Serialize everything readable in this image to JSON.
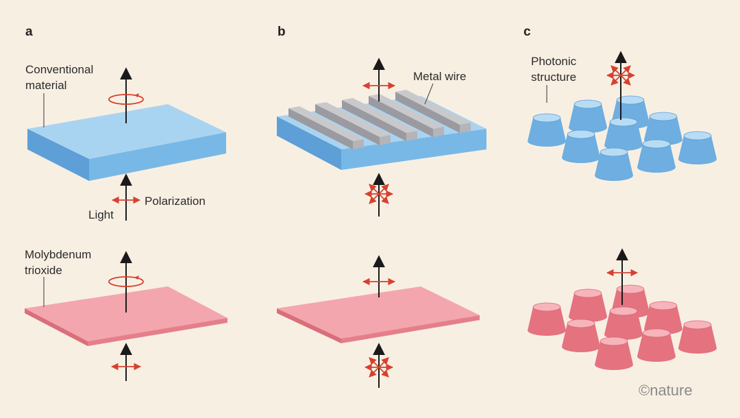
{
  "panels": {
    "a": {
      "letter": "a",
      "label_top": [
        "Conventional",
        "material"
      ],
      "label_light": "Light",
      "label_polarization": "Polarization",
      "label_bottom": [
        "Molybdenum",
        "trioxide"
      ]
    },
    "b": {
      "letter": "b",
      "label_top": "Metal wire"
    },
    "c": {
      "letter": "c",
      "label_top": [
        "Photonic",
        "structure"
      ]
    }
  },
  "credit": "©nature",
  "colors": {
    "background": "#f8efe3",
    "blue_top": "#a9d4f1",
    "blue_front": "#6eb3e3",
    "blue_side": "#4e9ad4",
    "pink_top": "#f4a6ae",
    "pink_front": "#e77e89",
    "arrow": "#1a1a1a",
    "polarization": "#d8402f",
    "wire_top": "#c9c9cc",
    "wire_side": "#9a9aa0",
    "text": "#2b2b2b"
  },
  "icons": [
    "up-arrow-icon",
    "circular-polarization-icon",
    "linear-polarization-icon",
    "unpolarized-star-icon"
  ]
}
